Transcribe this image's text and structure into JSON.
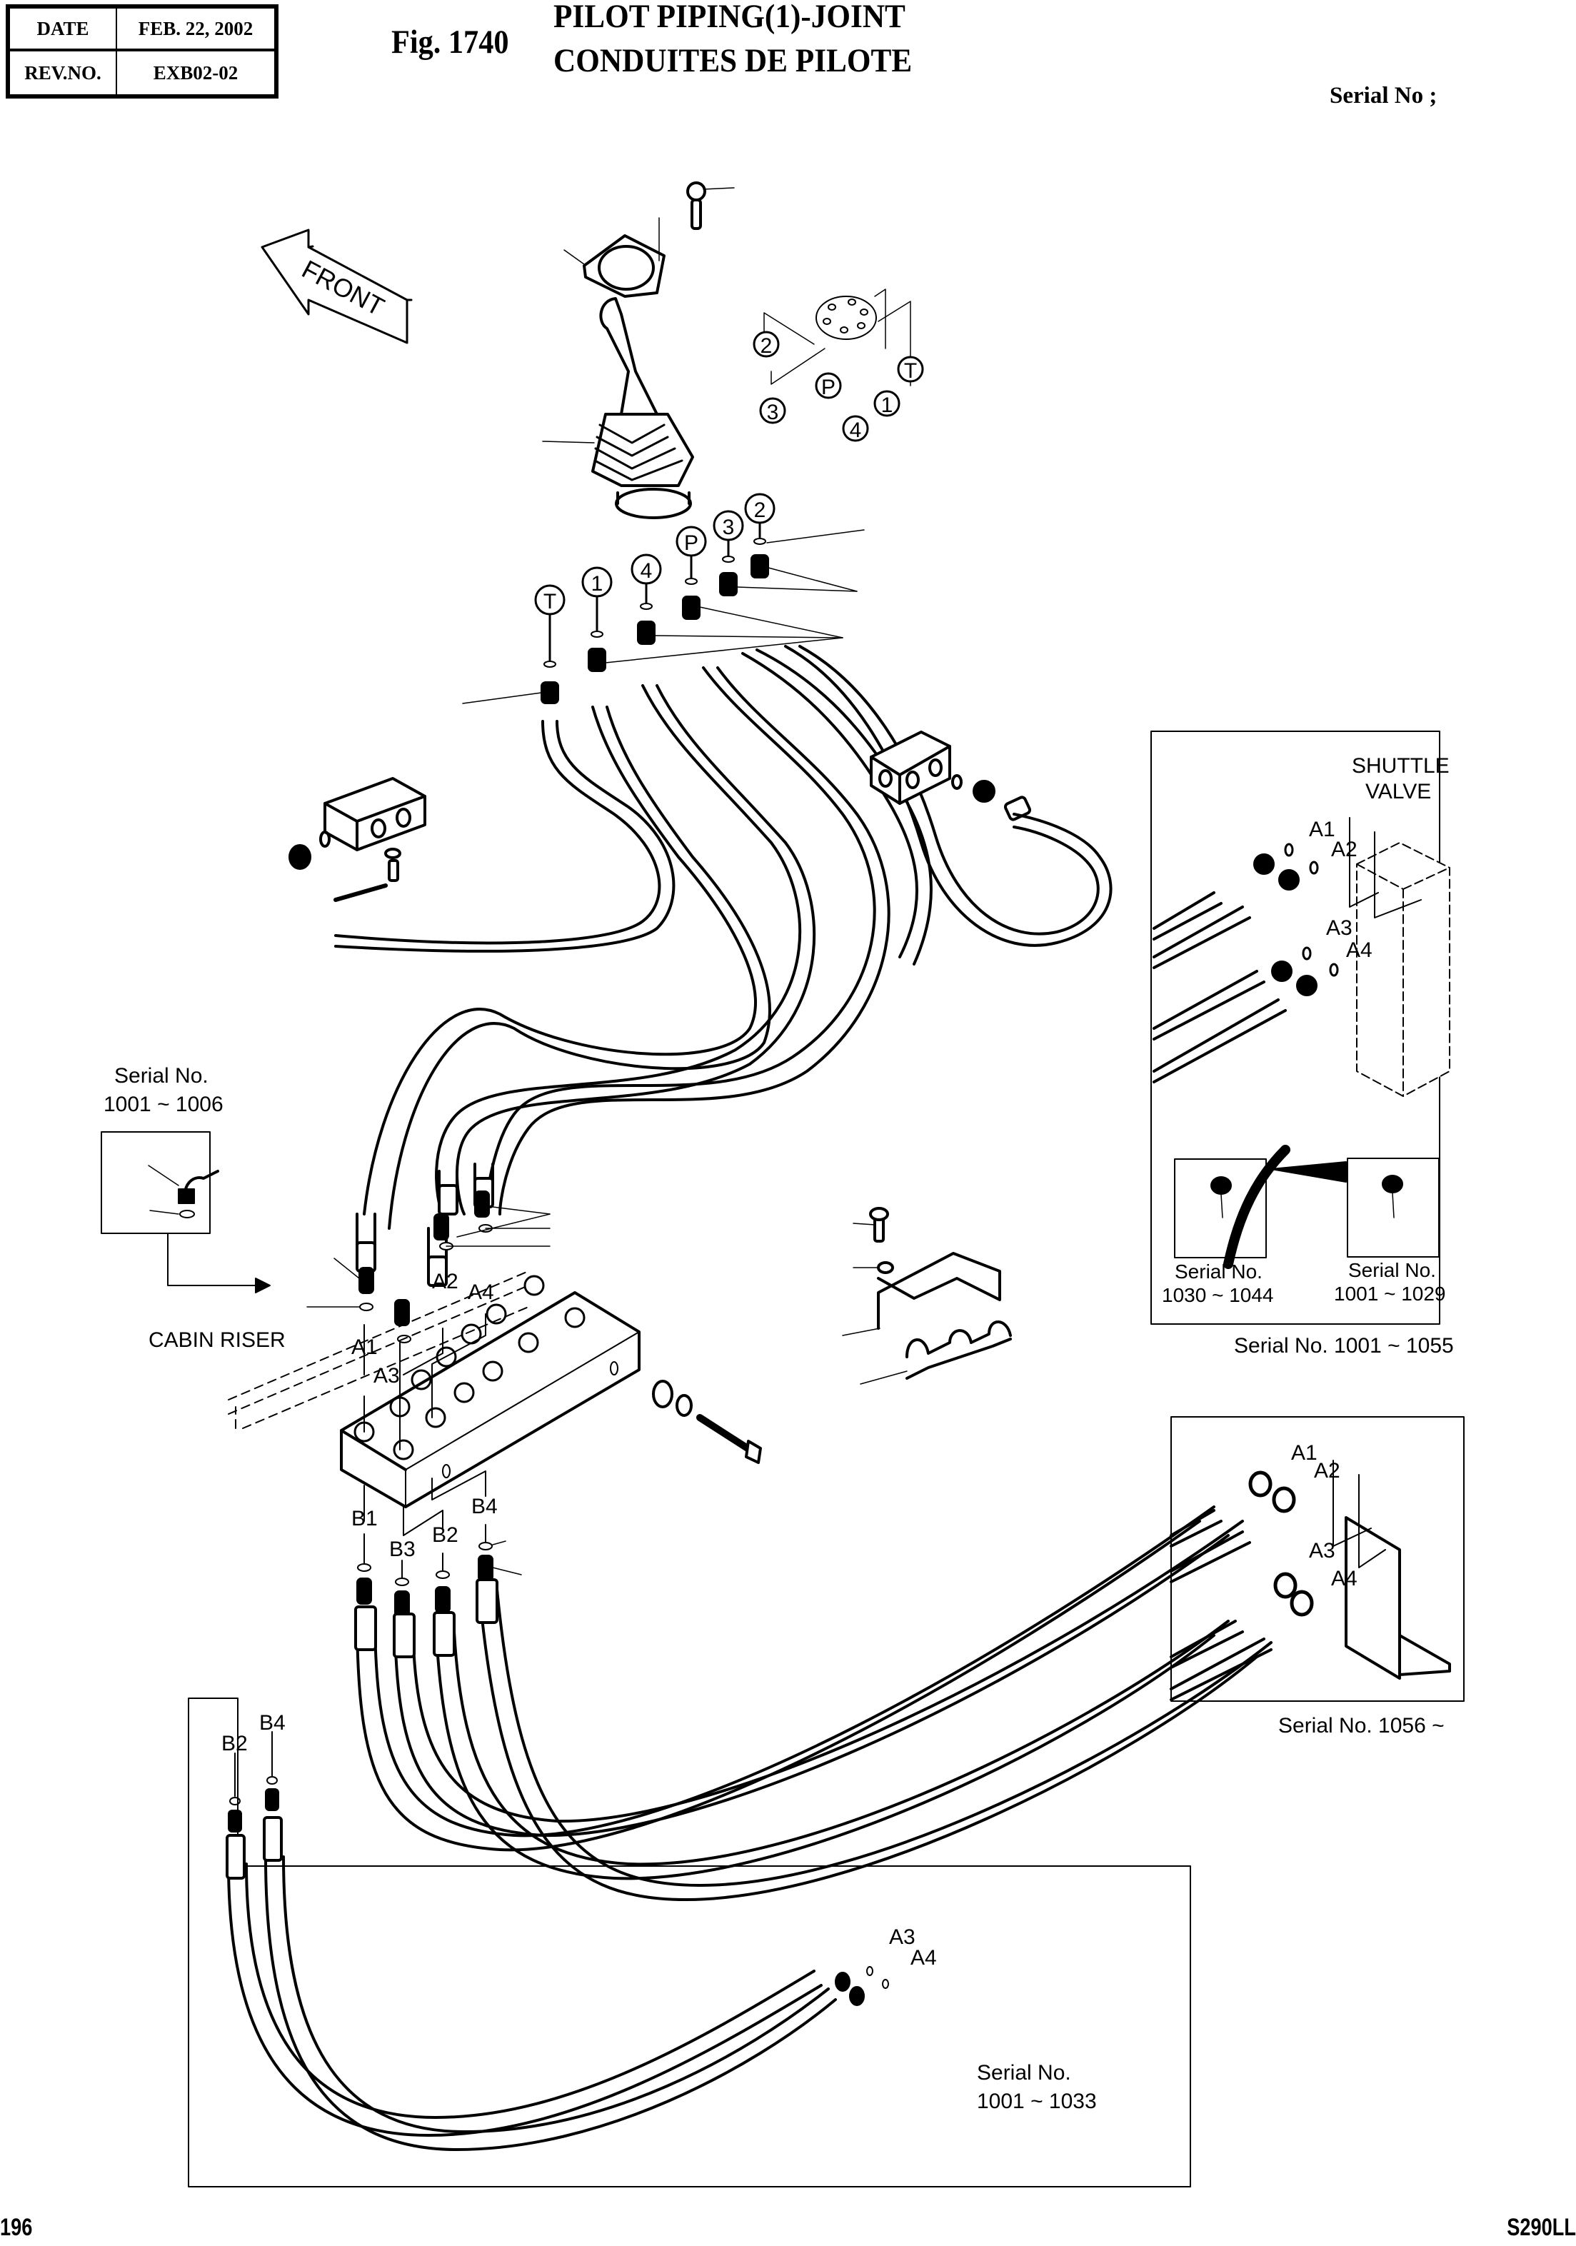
{
  "header": {
    "date_label": "DATE",
    "date_value": "FEB. 22, 2002",
    "rev_label": "REV.NO.",
    "rev_value": "EXB02-02",
    "figure_number": "Fig. 1740",
    "title_en": "PILOT PIPING(1)-JOINT",
    "title_fr": "CONDUITES DE PILOTE",
    "serial_label": "Serial No ;"
  },
  "diagram": {
    "front_arrow_label": "FRONT",
    "joystick_ports": [
      "T",
      "1",
      "4",
      "P",
      "3",
      "2"
    ],
    "port_plate_labels": [
      "2",
      "3",
      "P",
      "4",
      "1",
      "T"
    ],
    "cabin_riser_label": "CABIN RISER",
    "manifold_ports_a": [
      "A1",
      "A2",
      "A3",
      "A4"
    ],
    "manifold_ports_b": [
      "B1",
      "B2",
      "B3",
      "B4"
    ]
  },
  "insets": {
    "elbow_variant": {
      "serial_line1": "Serial No.",
      "serial_line2": "1001 ~ 1006"
    },
    "shuttle_valve": {
      "title_line1": "SHUTTLE",
      "title_line2": "VALVE",
      "ports": [
        "A1",
        "A2",
        "A3",
        "A4"
      ],
      "variant_left_line1": "Serial No.",
      "variant_left_line2": "1030 ~ 1044",
      "variant_right_line1": "Serial No.",
      "variant_right_line2": "1001 ~ 1029",
      "caption": "Serial No. 1001 ~ 1055"
    },
    "bracket": {
      "ports": [
        "A1",
        "A2",
        "A3",
        "A4"
      ],
      "caption": "Serial No. 1056 ~"
    },
    "lower_hoses": {
      "ports_b": [
        "B2",
        "B4"
      ],
      "ports_a": [
        "A3",
        "A4"
      ],
      "caption_line1": "Serial No.",
      "caption_line2": "1001 ~ 1033"
    }
  },
  "footer": {
    "page_number": "196",
    "model": "S290LL"
  }
}
